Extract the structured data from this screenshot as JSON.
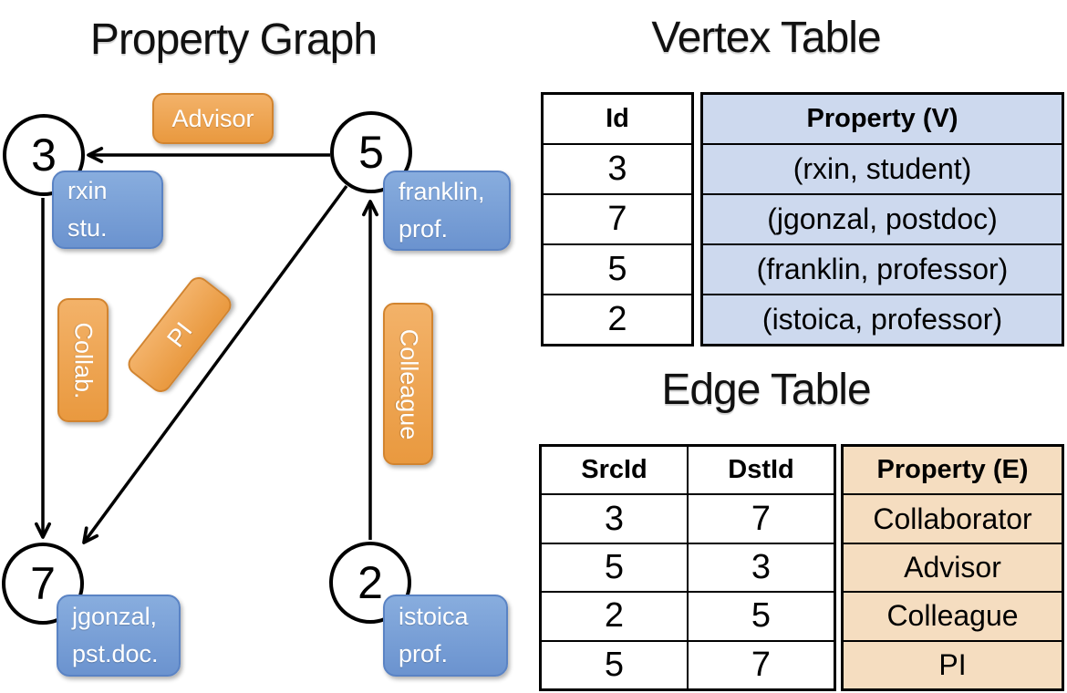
{
  "graph": {
    "title": "Property Graph",
    "nodes": [
      {
        "id": "3",
        "prop_line1": "rxin",
        "prop_line2": "stu."
      },
      {
        "id": "5",
        "prop_line1": "franklin,",
        "prop_line2": "prof."
      },
      {
        "id": "7",
        "prop_line1": "jgonzal,",
        "prop_line2": "pst.doc."
      },
      {
        "id": "2",
        "prop_line1": "istoica",
        "prop_line2": "prof."
      }
    ],
    "edge_labels": {
      "advisor": "Advisor",
      "collab": "Collab.",
      "pi": "PI",
      "colleague": "Colleague"
    }
  },
  "vertex_table": {
    "title": "Vertex Table",
    "columns": {
      "id": "Id",
      "property": "Property (V)"
    },
    "rows": [
      [
        "3",
        "(rxin, student)"
      ],
      [
        "7",
        "(jgonzal, postdoc)"
      ],
      [
        "5",
        "(franklin, professor)"
      ],
      [
        "2",
        "(istoica, professor)"
      ]
    ]
  },
  "edge_table": {
    "title": "Edge Table",
    "columns": {
      "src": "SrcId",
      "dst": "DstId",
      "property": "Property (E)"
    },
    "rows": [
      [
        "3",
        "7",
        "Collaborator"
      ],
      [
        "5",
        "3",
        "Advisor"
      ],
      [
        "2",
        "5",
        "Colleague"
      ],
      [
        "5",
        "7",
        "PI"
      ]
    ]
  },
  "colors": {
    "edge_label_fill_top": "#f3b269",
    "edge_label_fill_bottom": "#e9993f",
    "edge_label_border": "#d2842f",
    "vertex_label_fill_top": "#88adde",
    "vertex_label_fill_bottom": "#6b93cf",
    "vertex_label_border": "#5a83c4",
    "vertex_table_cell_fill": "#cdd9ee",
    "edge_table_cell_fill": "#f5ddc0",
    "line_color": "#000000"
  }
}
